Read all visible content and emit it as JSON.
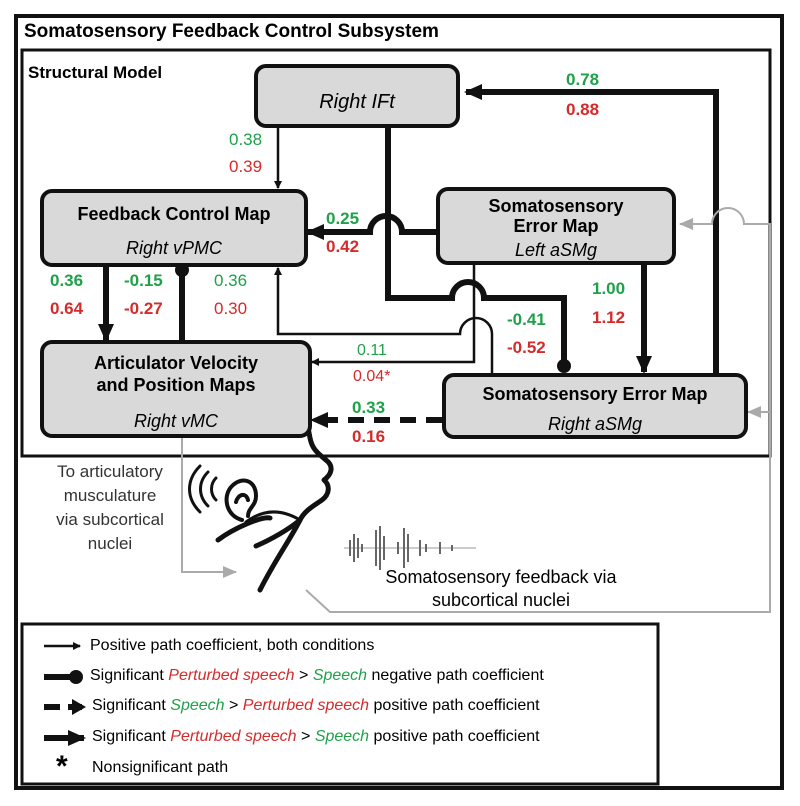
{
  "title": "Somatosensory Feedback Control Subsystem",
  "model_label": "Structural Model",
  "nodes": {
    "right_ift": {
      "region": "Right IFt"
    },
    "feedback_map": {
      "name": "Feedback Control Map",
      "region": "Right vPMC"
    },
    "left_asmg": {
      "name_line1": "Somatosensory",
      "name_line2": "Error Map",
      "region": "Left aSMg"
    },
    "articulator": {
      "name_line1": "Articulator Velocity",
      "name_line2": "and Position Maps",
      "region": "Right vMC"
    },
    "right_asmg": {
      "name": "Somatosensory Error Map",
      "region": "Right aSMg"
    }
  },
  "coefficients": {
    "ift_to_fcm": {
      "speech": "0.38",
      "perturbed": "0.39"
    },
    "lasmg_to_fcm": {
      "speech": "0.25",
      "perturbed": "0.42"
    },
    "rasmg_to_ift": {
      "speech": "0.78",
      "perturbed": "0.88"
    },
    "fcm_to_avp": {
      "speech": "0.36",
      "perturbed": "0.64"
    },
    "avp_to_fcm": {
      "speech": "-0.15",
      "perturbed": "-0.27"
    },
    "rasmg_to_fcm": {
      "speech": "0.36",
      "perturbed": "0.30"
    },
    "lasmg_to_rasmg": {
      "speech": "1.00",
      "perturbed": "1.12"
    },
    "ift_to_rasmg": {
      "speech": "-0.41",
      "perturbed": "-0.52"
    },
    "lasmg_to_avp": {
      "speech": "0.11",
      "perturbed": "0.04*"
    },
    "rasmg_to_avp": {
      "speech": "0.33",
      "perturbed": "0.16"
    }
  },
  "outside_text": {
    "to_muscles": [
      "To articulatory",
      "musculature",
      "via subcortical",
      "nuclei"
    ],
    "feedback": [
      "Somatosensory feedback via",
      "subcortical nuclei"
    ]
  },
  "legend": {
    "row1": {
      "text": "Positive path coefficient, both conditions"
    },
    "row2": {
      "pre": "Significant ",
      "a": "Perturbed speech",
      "mid": " > ",
      "b": "Speech",
      "post": " negative path coefficient"
    },
    "row3": {
      "pre": "Significant ",
      "a": "Speech",
      "mid": " > ",
      "b": "Perturbed speech",
      "post": " positive path coefficient"
    },
    "row4": {
      "pre": "Significant ",
      "a": "Perturbed speech",
      "mid": " > ",
      "b": "Speech",
      "post": " positive path coefficient"
    },
    "row5": {
      "symbol": "*",
      "text": "Nonsignificant path"
    }
  },
  "colors": {
    "speech": "#1fa14a",
    "perturbed": "#d42b2b",
    "box_fill": "#d9d9d9",
    "gray_line": "#aaaaaa"
  }
}
